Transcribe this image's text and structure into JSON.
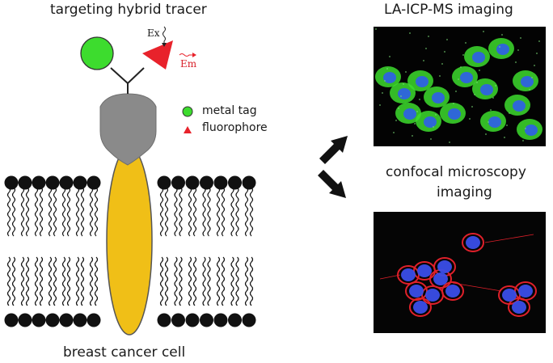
{
  "title": "targeting hybrid tracer",
  "labels": {
    "ex": "Ex",
    "em": "Em",
    "membrane": "breast cancer cell"
  },
  "legend": [
    {
      "label": "metal tag",
      "shape": "circle",
      "color": "#3ddc2e"
    },
    {
      "label": "fluorophore",
      "shape": "triangle",
      "color": "#e8222b"
    }
  ],
  "panels": [
    {
      "title": "LA-ICP-MS imaging",
      "signal_color": "#3ddc2e",
      "nucleus_color": "#2f62e0"
    },
    {
      "title_lines": [
        "confocal microscopy",
        "imaging"
      ],
      "signal_color": "#e0202a",
      "nucleus_color": "#3a4ee8"
    }
  ],
  "colors": {
    "metal_tag": "#3ddc2e",
    "fluorophore": "#e8222b",
    "antibody": "#8a8a8a",
    "receptor": "#f0bf17",
    "lipid_head": "#111111"
  }
}
